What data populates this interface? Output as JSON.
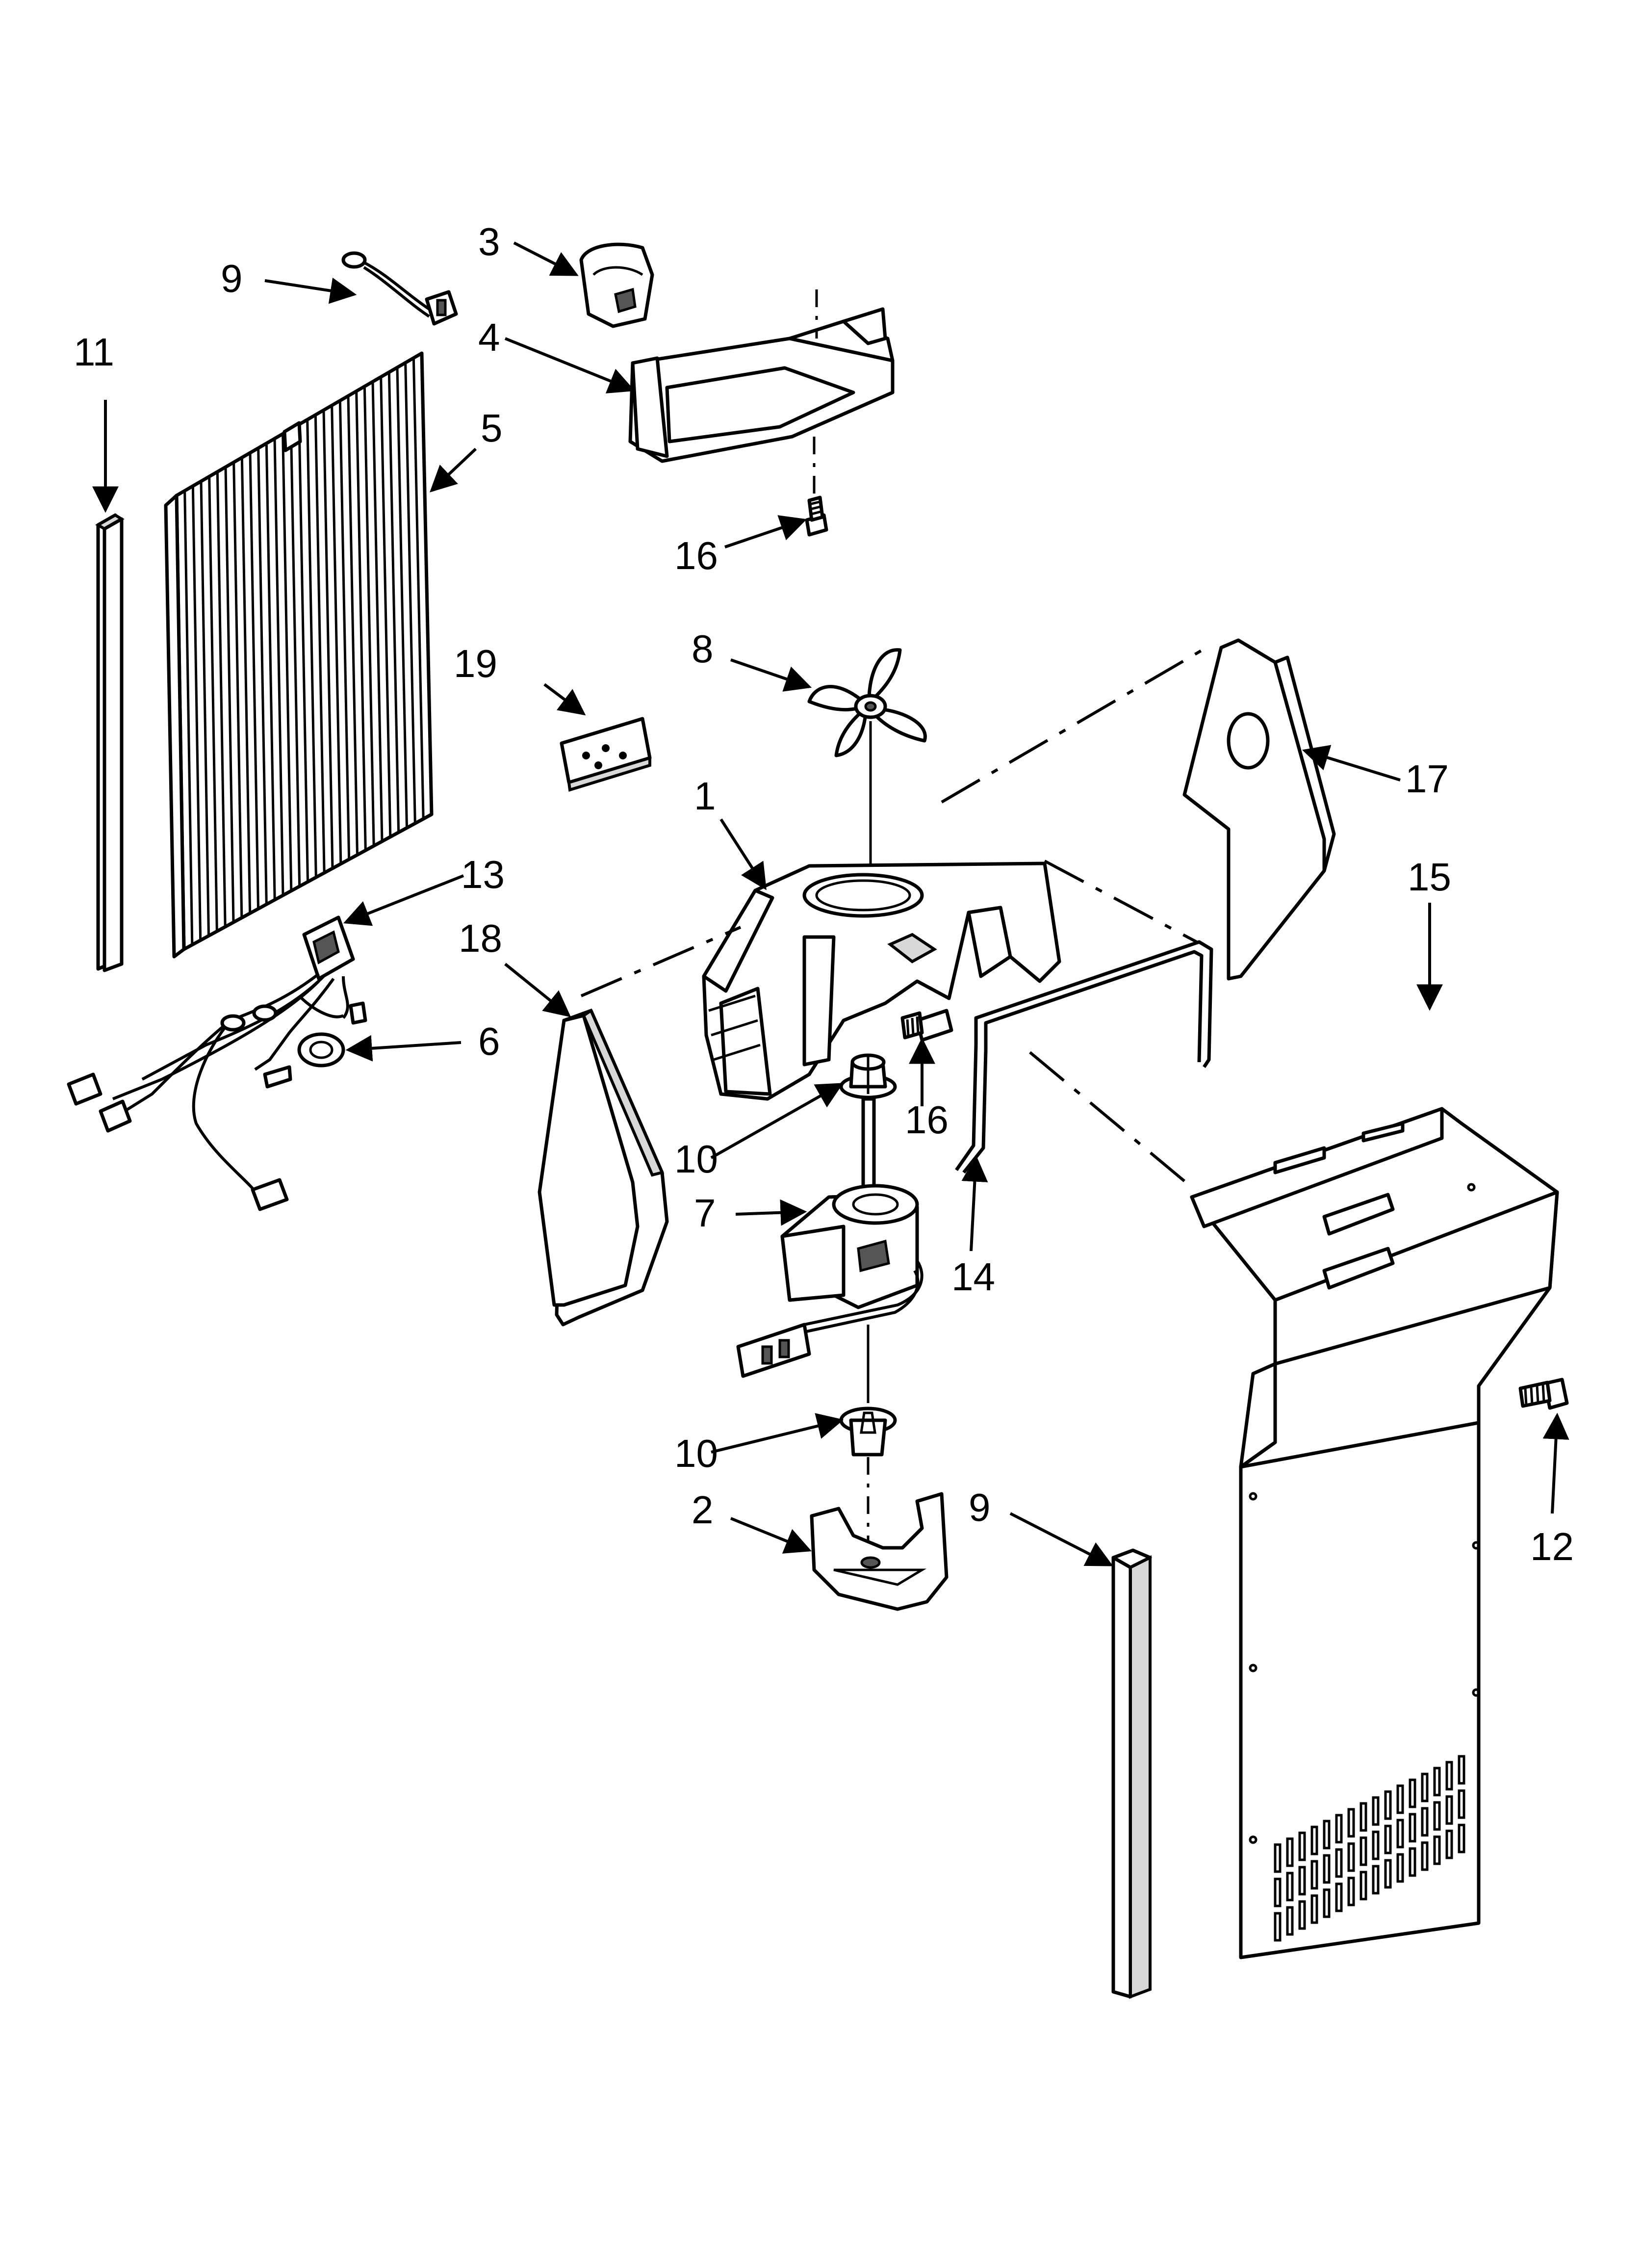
{
  "callouts": [
    {
      "id": "c1",
      "label": "1"
    },
    {
      "id": "c2",
      "label": "2"
    },
    {
      "id": "c3",
      "label": "3"
    },
    {
      "id": "c4",
      "label": "4"
    },
    {
      "id": "c5",
      "label": "5"
    },
    {
      "id": "c6",
      "label": "6"
    },
    {
      "id": "c7",
      "label": "7"
    },
    {
      "id": "c8",
      "label": "8"
    },
    {
      "id": "c9a",
      "label": "9"
    },
    {
      "id": "c9b",
      "label": "9"
    },
    {
      "id": "c10a",
      "label": "10"
    },
    {
      "id": "c10b",
      "label": "10"
    },
    {
      "id": "c11",
      "label": "11"
    },
    {
      "id": "c12",
      "label": "12"
    },
    {
      "id": "c13",
      "label": "13"
    },
    {
      "id": "c14",
      "label": "14"
    },
    {
      "id": "c15",
      "label": "15"
    },
    {
      "id": "c16a",
      "label": "16"
    },
    {
      "id": "c16b",
      "label": "16"
    },
    {
      "id": "c17",
      "label": "17"
    },
    {
      "id": "c18",
      "label": "18"
    },
    {
      "id": "c19",
      "label": "19"
    }
  ]
}
